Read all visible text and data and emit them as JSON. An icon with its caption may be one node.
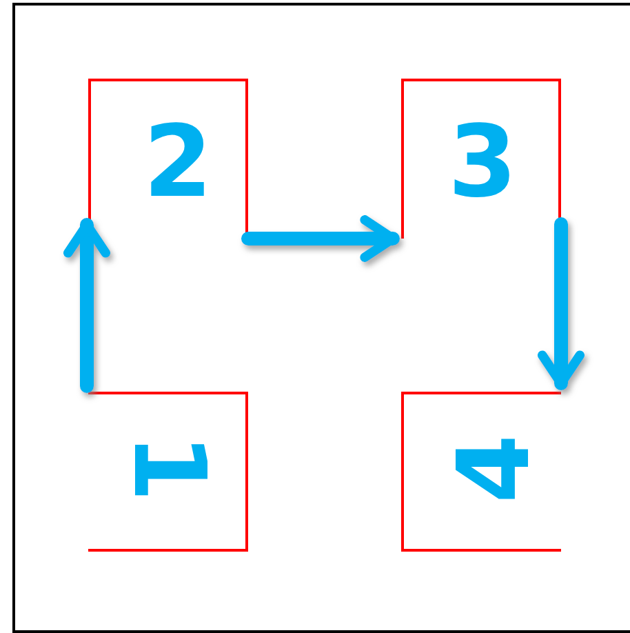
{
  "diagram": {
    "nodes": [
      {
        "text": [
          "2"
        ]
      },
      {
        "text": [
          "3"
        ]
      },
      {
        "text": [
          "1"
        ]
      },
      {
        "text": [
          "4"
        ]
      }
    ],
    "edges": [
      {
        "from": 2,
        "to": 0,
        "arrow": "to"
      },
      {
        "from": 0,
        "to": 1,
        "arrow": "to"
      },
      {
        "from": 1,
        "to": 3,
        "arrow": "to"
      }
    ]
  }
}
